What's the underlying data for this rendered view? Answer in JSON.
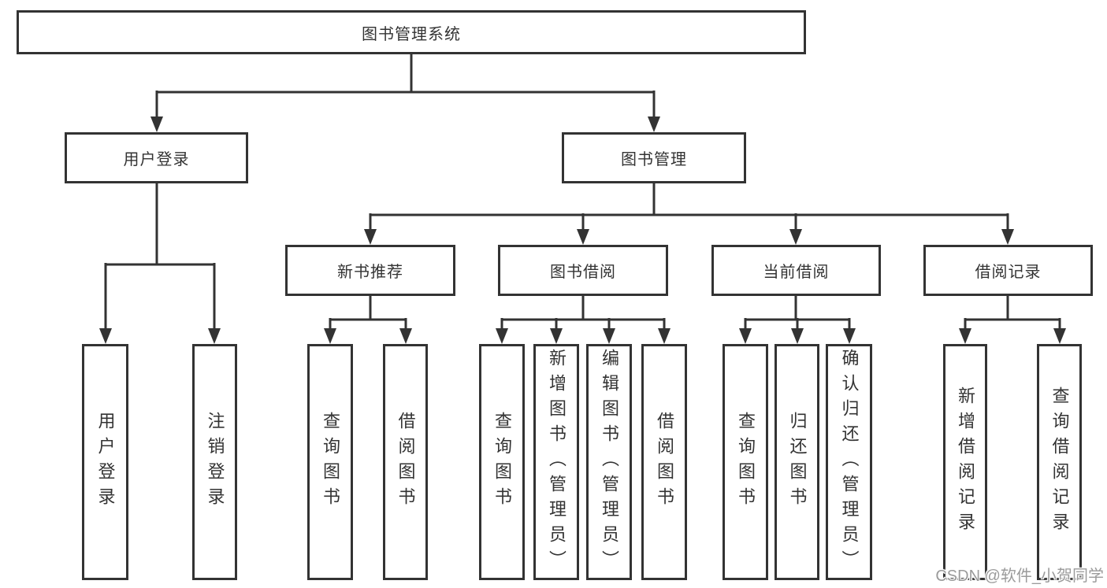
{
  "diagram_title": "图书管理系统",
  "tree": {
    "root": {
      "label": "图书管理系统"
    },
    "level1": [
      {
        "label": "用户登录"
      },
      {
        "label": "图书管理"
      }
    ],
    "level2": [
      {
        "label": "新书推荐",
        "parent": "图书管理"
      },
      {
        "label": "图书借阅",
        "parent": "图书管理"
      },
      {
        "label": "当前借阅",
        "parent": "图书管理"
      },
      {
        "label": "借阅记录",
        "parent": "图书管理"
      }
    ],
    "leaves": [
      {
        "label": "用户登录",
        "parent": "用户登录"
      },
      {
        "label": "注销登录",
        "parent": "用户登录"
      },
      {
        "label": "查询图书",
        "parent": "新书推荐"
      },
      {
        "label": "借阅图书",
        "parent": "新书推荐"
      },
      {
        "label": "查询图书",
        "parent": "图书借阅"
      },
      {
        "label": "新增图书（管理员）",
        "parent": "图书借阅"
      },
      {
        "label": "编辑图书（管理员）",
        "parent": "图书借阅"
      },
      {
        "label": "借阅图书",
        "parent": "图书借阅"
      },
      {
        "label": "查询图书",
        "parent": "当前借阅"
      },
      {
        "label": "归还图书",
        "parent": "当前借阅"
      },
      {
        "label": "确认归还（管理员）",
        "parent": "当前借阅"
      },
      {
        "label": "新增借阅记录",
        "parent": "借阅记录"
      },
      {
        "label": "查询借阅记录",
        "parent": "借阅记录"
      }
    ]
  },
  "watermark": {
    "text": "CSDN @软件_小贺同学",
    "color": "#9b9b9b"
  },
  "colors": {
    "line": "#333333",
    "box_border": "#333333",
    "text": "#333333",
    "background": "#ffffff"
  }
}
